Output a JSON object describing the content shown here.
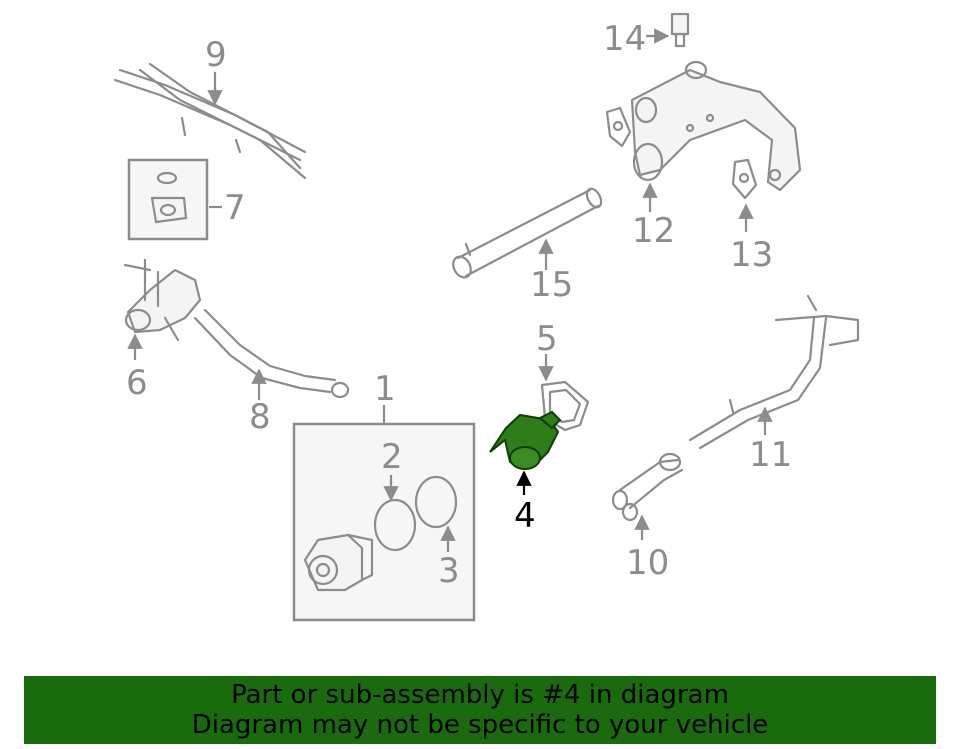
{
  "callouts": {
    "n1": "1",
    "n2": "2",
    "n3": "3",
    "n4": "4",
    "n5": "5",
    "n6": "6",
    "n7": "7",
    "n8": "8",
    "n9": "9",
    "n10": "10",
    "n11": "11",
    "n12": "12",
    "n13": "13",
    "n14": "14",
    "n15": "15"
  },
  "highlight": {
    "part": "4",
    "color": "#2e7d1a"
  },
  "banner": {
    "line1": "Part or sub-assembly is #4 in diagram",
    "line2": "Diagram may not be specific to your vehicle",
    "background": "#1a6b0d"
  }
}
